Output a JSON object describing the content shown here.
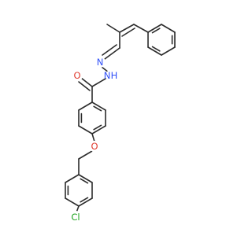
{
  "molecule": {
    "atoms": [
      {
        "id": "O_carbonyl",
        "symbol": "O",
        "label": "O",
        "color": "#e03c31"
      },
      {
        "id": "N1",
        "symbol": "N",
        "label": "N",
        "color": "#3050f8"
      },
      {
        "id": "N2",
        "symbol": "N",
        "label": "N",
        "color": "#3050f8"
      },
      {
        "id": "H_NH",
        "symbol": "H",
        "label": "H",
        "color": "#3050f8"
      },
      {
        "id": "O_ether",
        "symbol": "O",
        "label": "O",
        "color": "#e03c31"
      },
      {
        "id": "Cl",
        "symbol": "Cl",
        "label": "Cl",
        "color": "#1fa31f"
      }
    ],
    "bond_color": "#2b2b2b"
  }
}
